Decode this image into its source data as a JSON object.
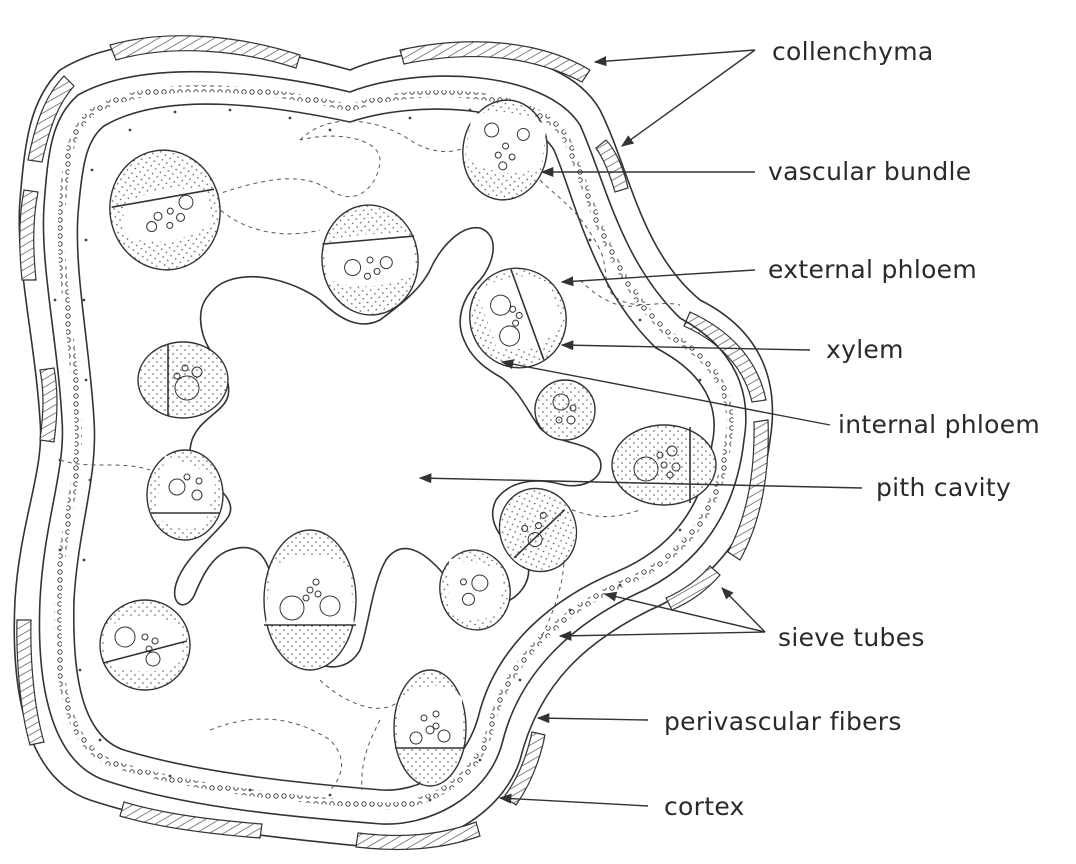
{
  "labels": {
    "collenchyma": "collenchyma",
    "vascular_bundle": "vascular bundle",
    "external_phloem": "external phloem",
    "xylem": "xylem",
    "internal_phloem": "internal phloem",
    "pith_cavity": "pith cavity",
    "sieve_tubes": "sieve tubes",
    "perivascular_fibers": "perivascular fibers",
    "cortex": "cortex"
  },
  "colors": {
    "ink": "#333333",
    "background": "#ffffff"
  }
}
